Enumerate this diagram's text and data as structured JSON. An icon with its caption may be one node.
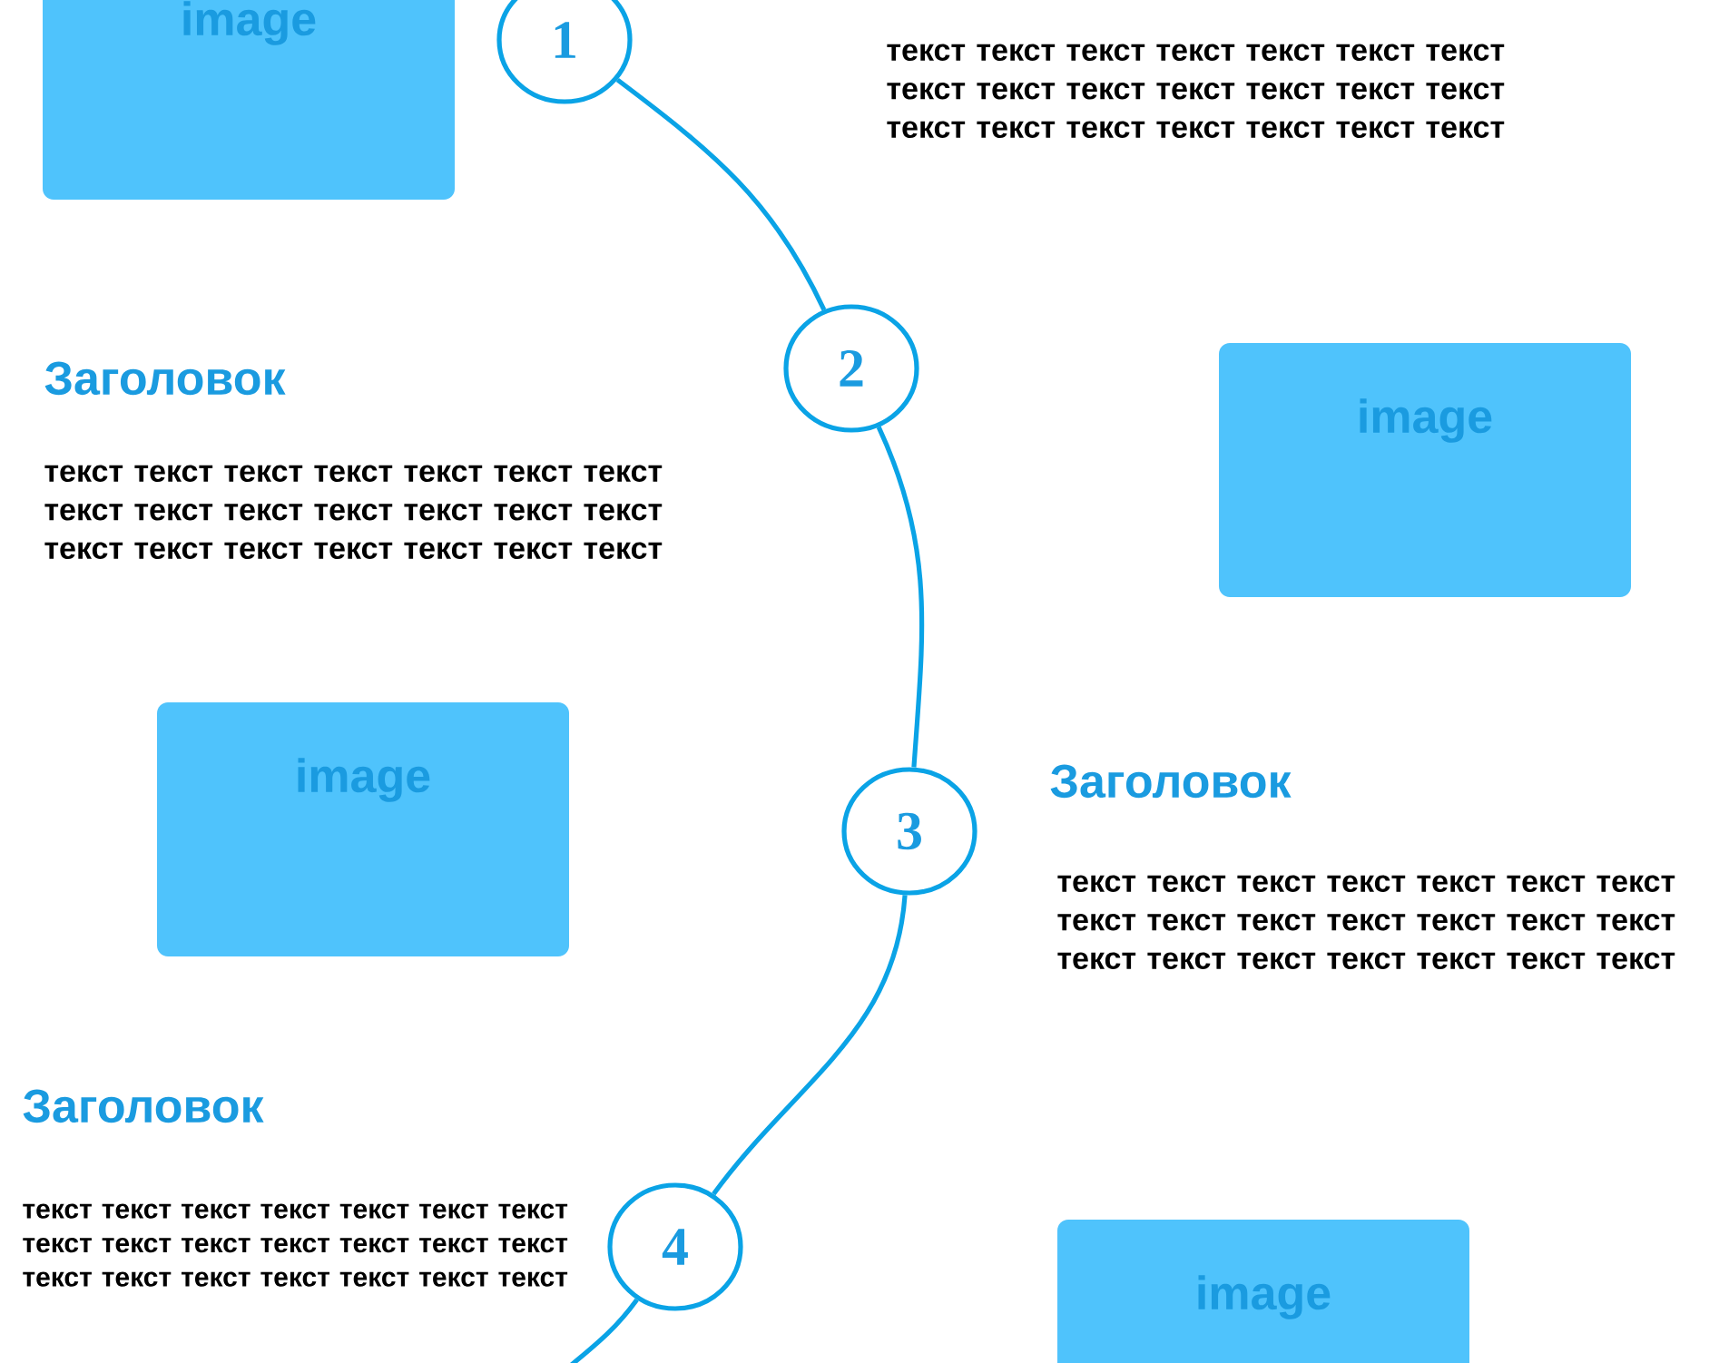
{
  "diagram": {
    "nodes": [
      {
        "text": [
          "1"
        ]
      },
      {
        "text": [
          "image"
        ]
      },
      {
        "text": [
          "2"
        ]
      },
      {
        "text": [
          "image"
        ]
      },
      {
        "text": [
          "image"
        ]
      },
      {
        "text": [
          "3"
        ]
      },
      {
        "text": [
          "4"
        ]
      },
      {
        "text": [
          "image"
        ]
      }
    ],
    "edges": [
      {
        "from": 0,
        "to": 2,
        "arrow": "none"
      },
      {
        "from": 2,
        "to": 5,
        "arrow": "none"
      },
      {
        "from": 5,
        "to": 6,
        "arrow": "none"
      },
      {
        "from": 6,
        "to": null,
        "arrow": "none"
      }
    ],
    "labels": [
      "текст текст текст текст текст текст текст текст текст текст текст текст текст текст текст текст текст текст текст текст текст",
      "Заголовок",
      "текст текст текст текст текст текст текст текст текст текст текст текст текст текст текст текст текст текст текст текст текст",
      "Заголовок",
      "текст текст текст текст текст текст текст текст текст текст текст текст текст текст текст текст текст текст текст текст текст",
      "Заголовок",
      "текст текст текст текст текст текст текст текст текст текст текст текст текст текст текст текст текст текст текст текст текст"
    ]
  }
}
